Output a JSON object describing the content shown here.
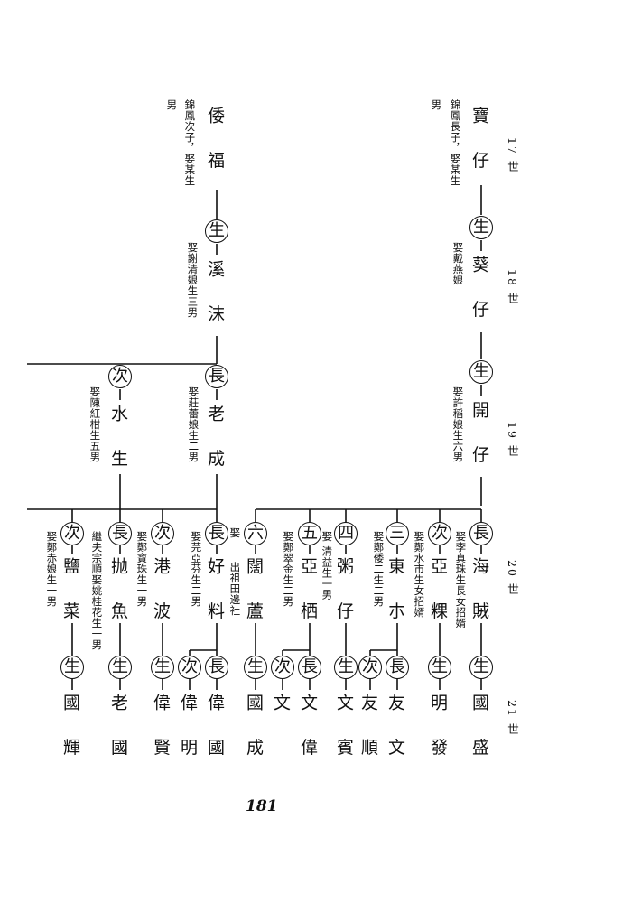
{
  "page_number": "181",
  "generations": [
    "17 世",
    "18 世",
    "19 世",
    "20 世",
    "21 世"
  ],
  "branch_a": {
    "g17_name": "寶 仔",
    "g17_note": "錦鳳長子，娶某生一",
    "g17_note2": "男",
    "g18_marker": "生",
    "g18_name": "葵 仔",
    "g18_note": "娶戴燕娘",
    "g19_marker": "生",
    "g19_name": "開 仔",
    "g19_note": "娶許稻娘生六男"
  },
  "branch_b": {
    "g17_name": "倭 福",
    "g17_note": "錦鳳次子，娶某生一",
    "g17_note2": "男",
    "g18_marker": "生",
    "g18_name": "溪 沫",
    "g18_note": "娶謝清娘生三男",
    "g19_elder_marker": "長",
    "g19_elder_name": "老 成",
    "g19_elder_note": "娶莊蕾娘生二男",
    "g19_second_marker": "次",
    "g19_second_name": "水 生",
    "g19_second_note": "娶陳紅柑生五男"
  },
  "g20": [
    {
      "marker": "長",
      "name": "海 賊",
      "note": "娶李真珠生長女招婿"
    },
    {
      "marker": "次",
      "name": "亞 粿",
      "note": "娶鄭水市生女招婿"
    },
    {
      "marker": "三",
      "name": "東 朩",
      "note": "娶鄭倭二生二男"
    },
    {
      "marker": "四",
      "name": "粥 仔",
      "note": "娶 清益生一男"
    },
    {
      "marker": "五",
      "name": "亞 栖",
      "note": "娶鄭翠金生二男"
    },
    {
      "marker": "六",
      "name": "闊 蘆",
      "note": "出祖田邊社",
      "note2": "娶"
    },
    {
      "marker": "長",
      "name": "好 料",
      "note": "娶芫亞芬生二男"
    },
    {
      "marker": "次",
      "name": "港 波",
      "note": "娶鄭寶珠生一男"
    },
    {
      "marker": "長",
      "name": "抛 魚",
      "note": "繼夫宗順娶姚桂花生一男"
    },
    {
      "marker": "次",
      "name": "鹽 菜",
      "note": "娶鄭赤娘生一男"
    }
  ],
  "g21": [
    {
      "marker": "生",
      "name": "國 盛"
    },
    {
      "marker": "生",
      "name": "明 發"
    },
    {
      "marker": "長",
      "name": "友 文"
    },
    {
      "marker": "次",
      "name": "友 順"
    },
    {
      "marker": "生",
      "name": "文 賓"
    },
    {
      "marker": "長",
      "name": "文 偉"
    },
    {
      "marker": "次",
      "name": "文"
    },
    {
      "marker": "生",
      "name": "國 成"
    },
    {
      "marker": "長",
      "name": "偉 國"
    },
    {
      "marker": "次",
      "name": "偉 明"
    },
    {
      "marker": "生",
      "name": "偉 賢"
    },
    {
      "marker": "生",
      "name": "老 國"
    },
    {
      "marker": "生",
      "name": "國 輝"
    }
  ]
}
